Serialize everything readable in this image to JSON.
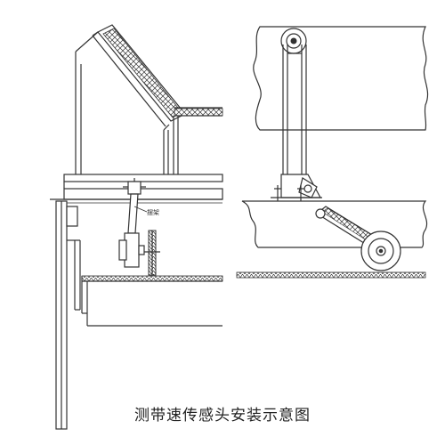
{
  "figure": {
    "caption": "测带速传感头安装示意图",
    "callout_label": "摆架"
  },
  "colors": {
    "line": "#333333",
    "background": "#ffffff"
  },
  "parts": {
    "left_view": [
      "troughing-idler",
      "conveyor-frame",
      "speed-sensor-head",
      "measuring-wheel",
      "belt",
      "pulley-drum",
      "support-leg"
    ],
    "right_view": [
      "upper-structure",
      "hanger-bracket",
      "pivot-arm",
      "measuring-wheel",
      "belt"
    ]
  }
}
